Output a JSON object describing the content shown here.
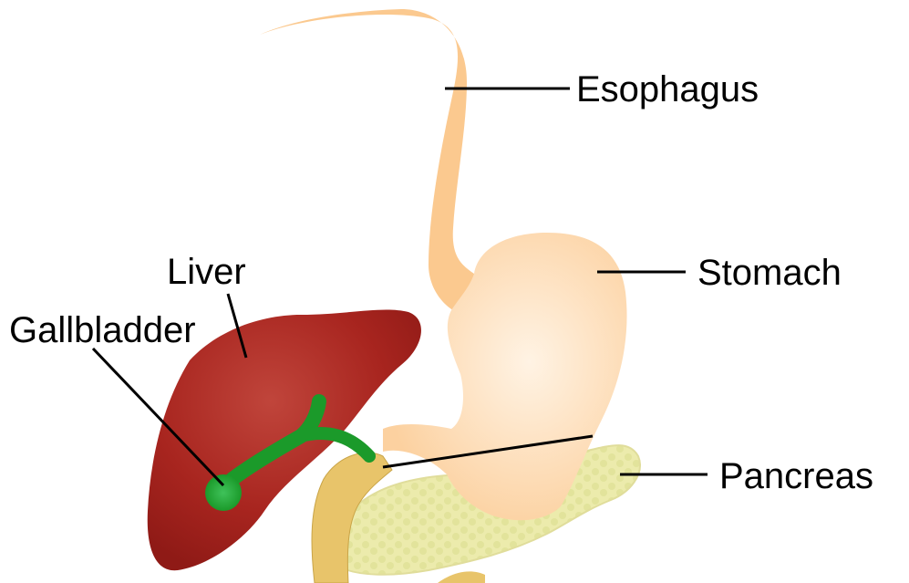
{
  "labels": {
    "esophagus": "Esophagus",
    "stomach": "Stomach",
    "liver": "Liver",
    "gallbladder": "Gallbladder",
    "pancreas": "Pancreas"
  },
  "colors": {
    "esophagus": "#fbc98f",
    "stomach": "#fcd4a6",
    "liver": "#a5211d",
    "gallbladder": "#1b9a2a",
    "pancreas": "#ecebac",
    "duodenum": "#e8c46a",
    "leader_line": "#000000"
  }
}
